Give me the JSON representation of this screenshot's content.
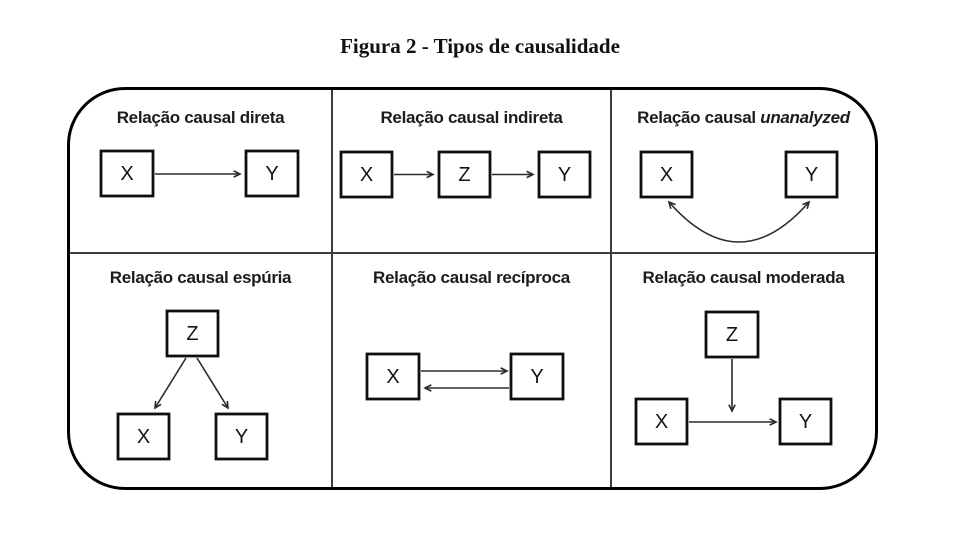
{
  "figure_title": "Figura 2 - Tipos de causalidade",
  "colors": {
    "ink": "#000000",
    "grid_line": "#3c3c3c",
    "background": "#ffffff"
  },
  "panels": [
    {
      "key": "direta",
      "title": "Relação causal direta",
      "title_em": "",
      "nodes": {
        "x": "X",
        "y": "Y"
      }
    },
    {
      "key": "indireta",
      "title": "Relação causal indireta",
      "title_em": "",
      "nodes": {
        "x": "X",
        "z": "Z",
        "y": "Y"
      }
    },
    {
      "key": "unanalyzed",
      "title": "Relação causal ",
      "title_em": "unanalyzed",
      "nodes": {
        "x": "X",
        "y": "Y"
      }
    },
    {
      "key": "espuria",
      "title": "Relação causal espúria",
      "title_em": "",
      "nodes": {
        "z": "Z",
        "x": "X",
        "y": "Y"
      }
    },
    {
      "key": "reciproca",
      "title": "Relação causal recíproca",
      "title_em": "",
      "nodes": {
        "x": "X",
        "y": "Y"
      }
    },
    {
      "key": "moderada",
      "title": "Relação causal moderada",
      "title_em": "",
      "nodes": {
        "z": "Z",
        "x": "X",
        "y": "Y"
      }
    }
  ]
}
